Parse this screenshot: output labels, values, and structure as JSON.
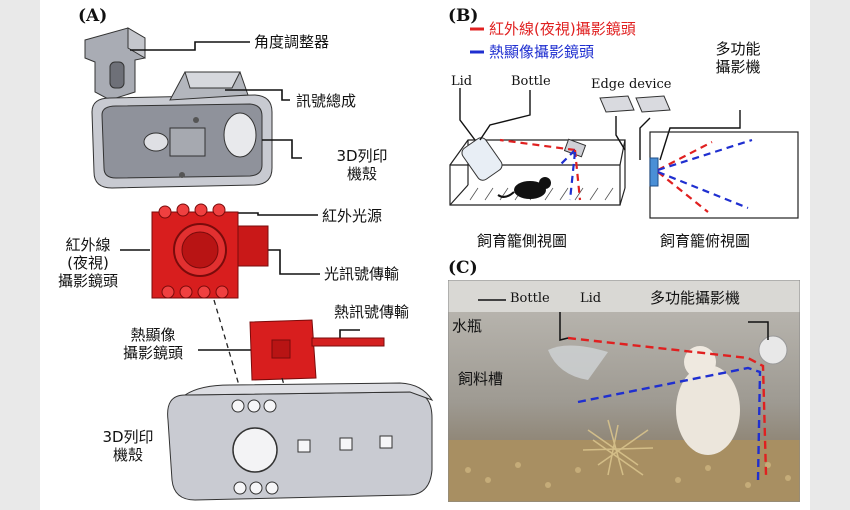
{
  "panels": {
    "a": "(A)",
    "b": "(B)",
    "c": "(C)"
  },
  "panel_a": {
    "angle_adjuster": "角度調整器",
    "signal_assembly": "訊號總成",
    "printed_case_1": "3D列印\n機殼",
    "ir_light": "紅外光源",
    "ir_camera": "紅外線\n(夜視)\n攝影鏡頭",
    "optical_signal": "光訊號傳輸",
    "thermal_signal": "熱訊號傳輸",
    "thermal_camera": "熱顯像\n攝影鏡頭",
    "printed_case_2": "3D列印\n機殼"
  },
  "panel_b": {
    "legend": [
      {
        "label": "紅外線(夜視)攝影鏡頭",
        "color": "#e02020"
      },
      {
        "label": "熱顯像攝影鏡頭",
        "color": "#1f2fd0"
      }
    ],
    "lid": "Lid",
    "bottle": "Bottle",
    "edge_device": "Edge device",
    "multi_camera": "多功能\n攝影機",
    "side_view": "飼育籠側視圖",
    "top_view": "飼育籠俯視圖"
  },
  "panel_c": {
    "bottle_en": "Bottle",
    "lid_en": "Lid",
    "multi_camera": "多功能攝影機",
    "water_bottle": "水瓶",
    "feed_trough": "飼料槽"
  },
  "colors": {
    "ir_red": "#e02020",
    "thermal_blue": "#1f2fd0",
    "module_red": "#d81e1e",
    "case_gray": "#c9cbd2"
  }
}
